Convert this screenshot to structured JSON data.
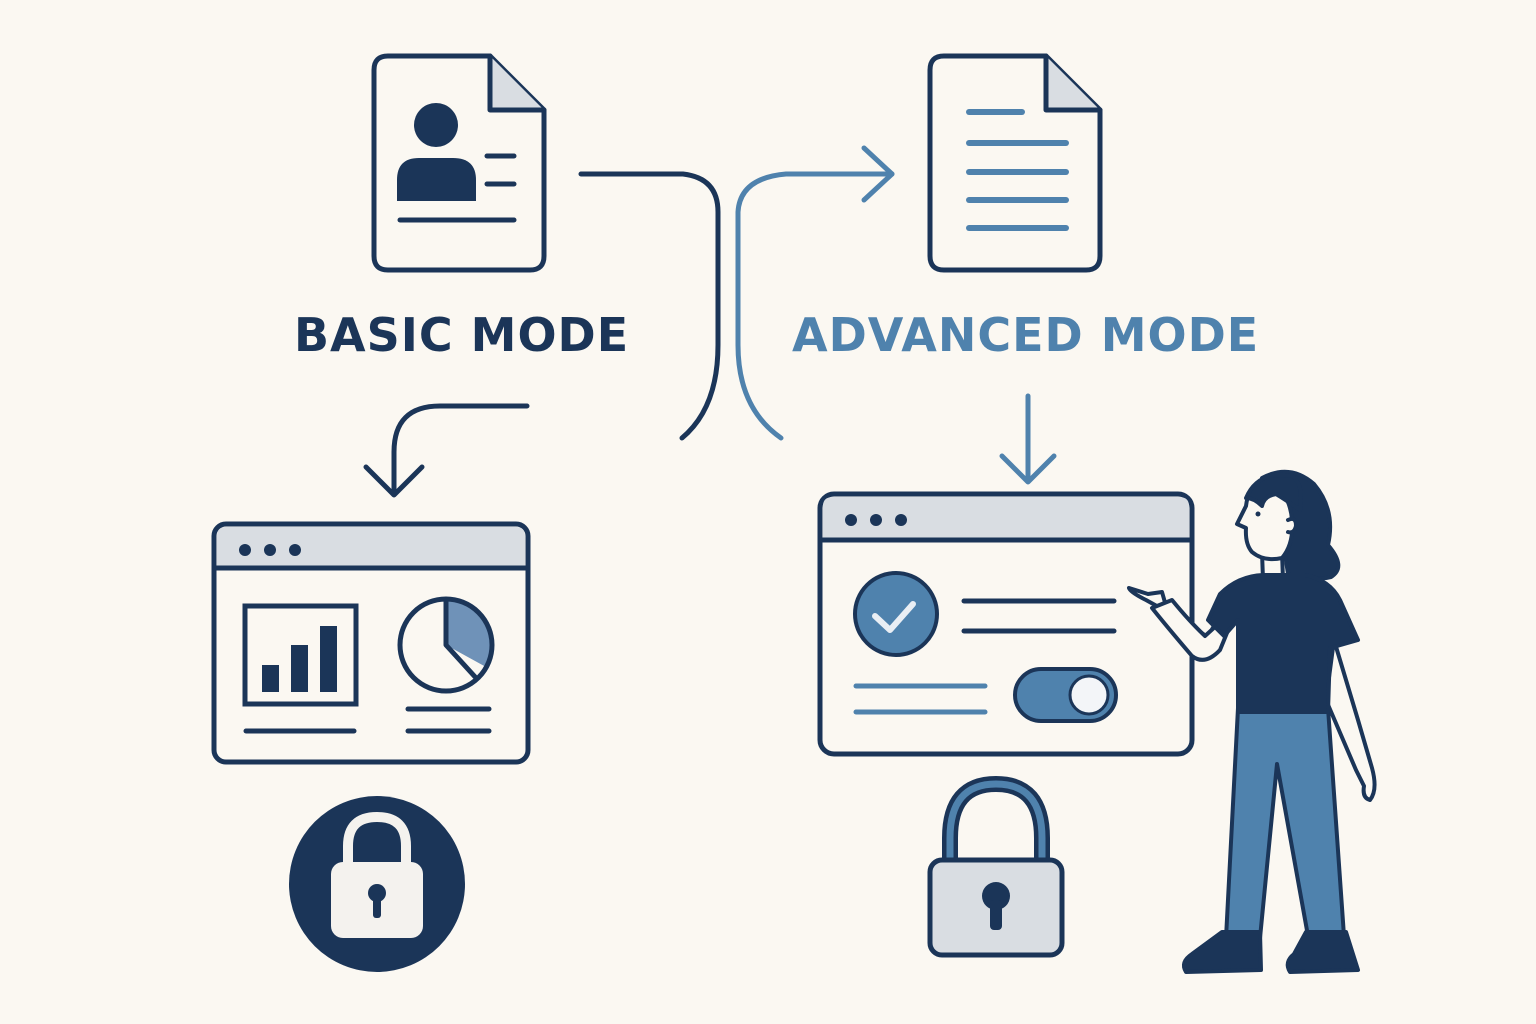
{
  "basic": {
    "label": "BASIC MODE"
  },
  "advanced": {
    "label": "ADVANCED MODE"
  },
  "colors": {
    "navy": "#1b3558",
    "steel_blue": "#4f82ad",
    "light_gray": "#d9dde2",
    "background": "#fbf8f2"
  },
  "icons": [
    "profile-document-icon",
    "text-document-icon",
    "dashboard-window-icon",
    "bar-chart-icon",
    "pie-chart-icon",
    "settings-window-icon",
    "check-circle-icon",
    "toggle-switch-icon",
    "locked-padlock-icon",
    "unlocked-padlock-icon",
    "person-pointing-figure"
  ]
}
